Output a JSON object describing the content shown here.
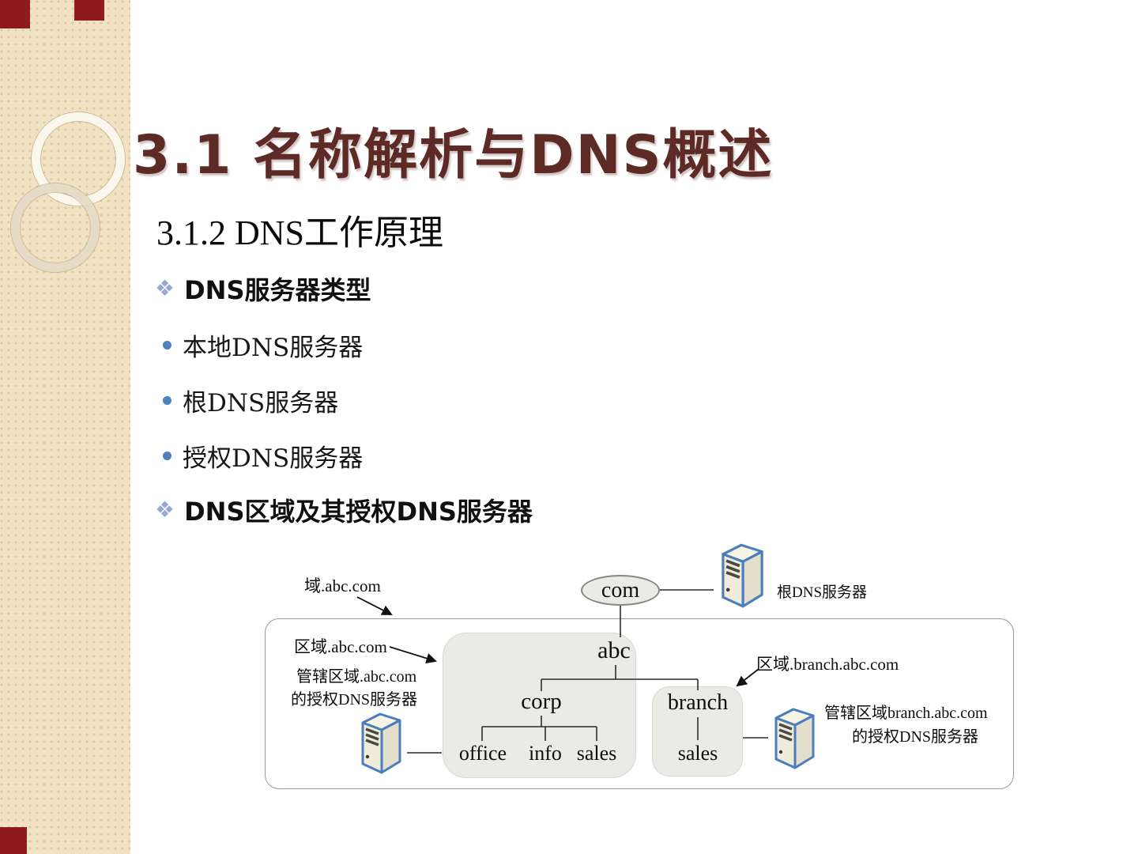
{
  "slide": {
    "title": "3.1  名称解析与DNS概述",
    "subtitle": "3.1.2  DNS工作原理"
  },
  "bullets": [
    {
      "label": "DNS服务器类型"
    },
    {
      "label": "本地DNS服务器"
    },
    {
      "label": "根DNS服务器"
    },
    {
      "label": "授权DNS服务器"
    },
    {
      "label": "DNS区域及其授权DNS服务器"
    }
  ],
  "icons": {
    "diamond_bullet": "❖"
  },
  "diagram": {
    "domain_label": "域.abc.com",
    "root_node": "com",
    "root_server_label": "根DNS服务器",
    "zone_abc_label": "区域.abc.com",
    "zone_abc_server_line1": "管辖区域.abc.com",
    "zone_abc_server_line2": "的授权DNS服务器",
    "zone_branch_label": "区域.branch.abc.com",
    "zone_branch_server_line1": "管辖区域branch.abc.com",
    "zone_branch_server_line2": "的授权DNS服务器",
    "nodes": {
      "abc": "abc",
      "corp": "corp",
      "branch": "branch",
      "office": "office",
      "info": "info",
      "sales_corp": "sales",
      "sales_branch": "sales"
    }
  },
  "colors": {
    "title_maroon": "#5d2a26",
    "corner_red": "#8e1c1c",
    "sidebar_beige": "#f0e2c2",
    "bullet_blue": "#4f81bd",
    "diamond_blue": "#95aacd",
    "zone_gray": "#eaeae6",
    "server_blue": "#4a7ebd"
  }
}
